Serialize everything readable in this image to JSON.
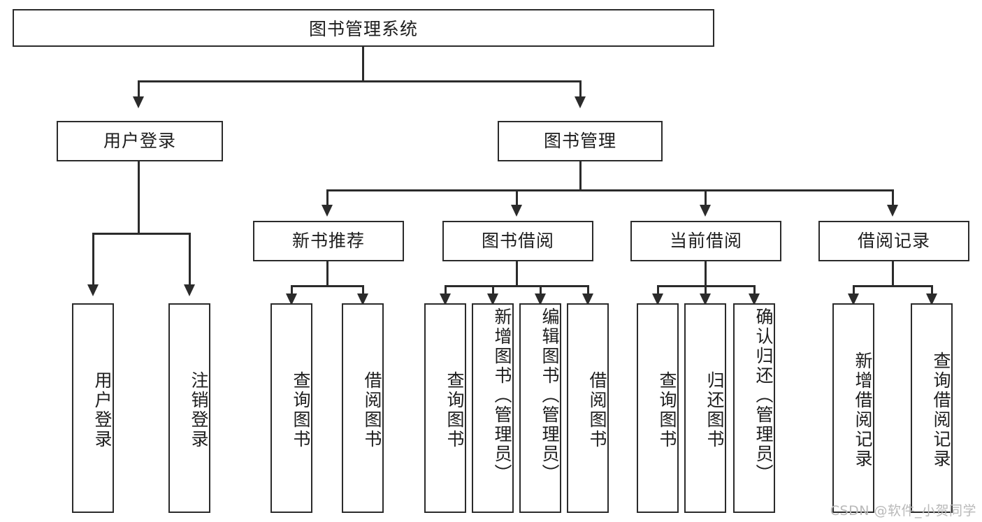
{
  "diagram": {
    "title": "图书管理系统",
    "type": "hierarchy-tree",
    "watermark": "CSDN @软件_小贺同学",
    "colors": {
      "stroke": "#2b2b2b",
      "background": "#ffffff",
      "text": "#1d1d1d",
      "watermark": "#b9b9b9"
    },
    "root": {
      "label": "图书管理系统"
    },
    "level2": [
      {
        "id": "user-login",
        "label": "用户登录"
      },
      {
        "id": "book-manage",
        "label": "图书管理"
      }
    ],
    "level3": [
      {
        "id": "new-book-rec",
        "label": "新书推荐"
      },
      {
        "id": "book-borrow",
        "label": "图书借阅"
      },
      {
        "id": "current-borrow",
        "label": "当前借阅"
      },
      {
        "id": "borrow-record",
        "label": "借阅记录"
      }
    ],
    "leaves": {
      "user_login": [
        {
          "id": "leaf-user-login",
          "label": "用户登录"
        },
        {
          "id": "leaf-logout-login",
          "label": "注销登录"
        }
      ],
      "new_book_rec": [
        {
          "id": "leaf-query-book-1",
          "label": "查询图书"
        },
        {
          "id": "leaf-borrow-book-1",
          "label": "借阅图书"
        }
      ],
      "book_borrow": [
        {
          "id": "leaf-query-book-2",
          "label": "查询图书"
        },
        {
          "id": "leaf-add-book",
          "label": "新增图书（管理员）"
        },
        {
          "id": "leaf-edit-book",
          "label": "编辑图书（管理员）"
        },
        {
          "id": "leaf-borrow-book-2",
          "label": "借阅图书"
        }
      ],
      "current_borrow": [
        {
          "id": "leaf-query-book-3",
          "label": "查询图书"
        },
        {
          "id": "leaf-return-book",
          "label": "归还图书"
        },
        {
          "id": "leaf-confirm-return",
          "label": "确认归还（管理员）"
        }
      ],
      "borrow_record": [
        {
          "id": "leaf-add-record",
          "label": "新增借阅记录"
        },
        {
          "id": "leaf-query-record",
          "label": "查询借阅记录"
        }
      ]
    }
  }
}
